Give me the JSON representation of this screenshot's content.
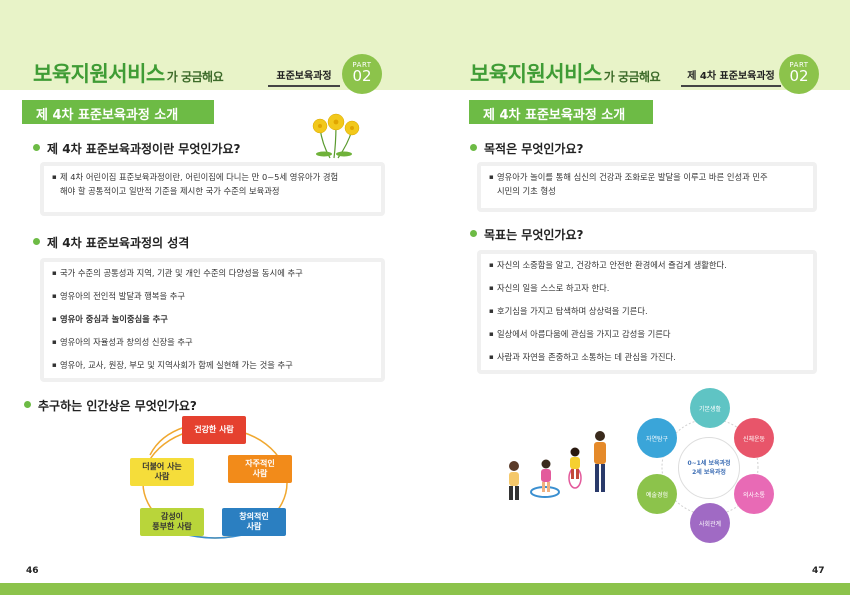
{
  "colors": {
    "accent_green": "#6dbb45",
    "band_light": "#e8f3c8",
    "brand_green": "#3f9c35"
  },
  "header": {
    "brand_main": "보육지원서비스",
    "brand_sub": "가 궁금해요",
    "part_word": "PART",
    "part_no": "02"
  },
  "left": {
    "part_label": "표준보육과정",
    "section_title": "제 4차 표준보육과정 소개",
    "q1": {
      "title": "제 4차 표준보육과정이란 무엇인가요?",
      "line1": "제 4차 어린이집 표준보육과정이란, 어린이집에 다니는 만 0~5세 영유아가 경험",
      "line2": "해야 할 공통적이고 일반적 기준을 제시한 국가 수준의 보육과정"
    },
    "q2": {
      "title": "제 4차 표준보육과정의 성격",
      "items": [
        "국가 수준의 공통성과 지역, 기관 및 개인 수준의 다양성을 동시에 추구",
        "영유아의 전인적 발달과 행복을 추구",
        "영유아 중심과 놀이중심을 추구",
        "영유아의 자율성과 창의성 신장을 추구",
        "영유아, 교사, 원장, 부모 및 지역사회가 함께 실현해 가는 것을 추구"
      ]
    },
    "q3": {
      "title": "추구하는 인간상은 무엇인가요?",
      "nodes": {
        "healthy": "건강한 사람",
        "independent1": "자주적인",
        "independent2": "사람",
        "creative1": "창의적인",
        "creative2": "사람",
        "emotional1": "감성이",
        "emotional2": "풍부한 사람",
        "together1": "더불어 사는",
        "together2": "사람"
      }
    },
    "page_number": "46"
  },
  "right": {
    "part_label": "제 4차 표준보육과정",
    "section_title": "제 4차 표준보육과정 소개",
    "q1": {
      "title": "목적은 무엇인가요?",
      "line1": "영유아가 놀이를 통해 심신의 건강과 조화로운 발달을 이루고 바른 인성과 민주",
      "line2": "시민의 기초 형성"
    },
    "q2": {
      "title": "목표는 무엇인가요?",
      "items": [
        "자신의 소중함을 알고, 건강하고 안전한 환경에서 즐겁게 생활한다.",
        "자신의 일을 스스로 하고자 한다.",
        "호기심을 가지고 탐색하며 상상력을 기른다.",
        "일상에서 아름다움에 관심을 가지고 감성을 기른다",
        "사람과 자연을 존중하고 소통하는 데 관심을 가진다."
      ]
    },
    "diagram": {
      "center1": "0~1세 보육과정",
      "center2": "2세 보육과정",
      "basic": "기본생활",
      "physical": "신체운동",
      "communication": "의사소통",
      "social": "사회관계",
      "art": "예술경험",
      "nature": "자연탐구"
    },
    "page_number": "47"
  }
}
